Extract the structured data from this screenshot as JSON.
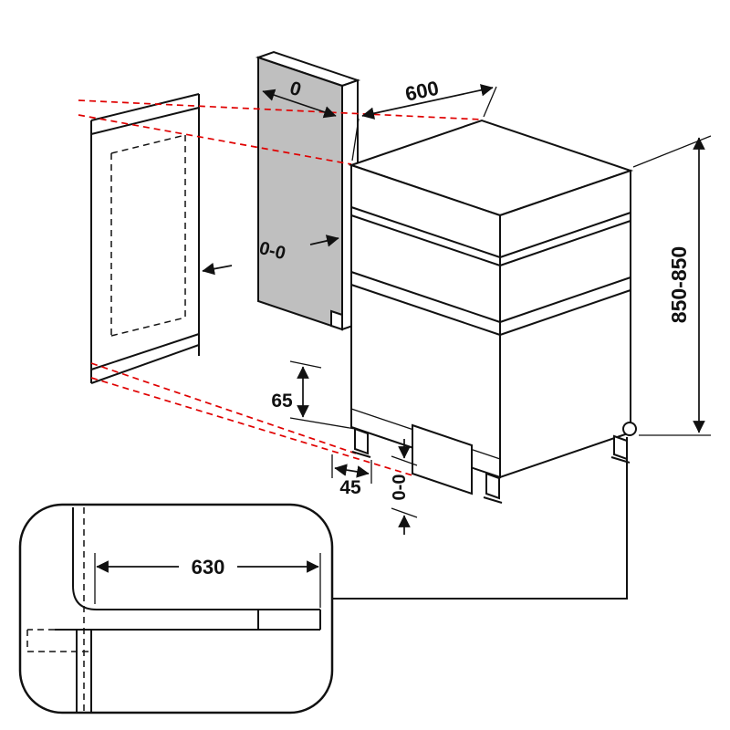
{
  "diagram": {
    "labels": {
      "panel_width": "0",
      "top_depth": "600",
      "side_clearance": "0-0",
      "foot_height": "65",
      "foot_width": "45",
      "base_clearance": "0-0",
      "overall_height": "850-850",
      "detail_depth": "630"
    },
    "colors": {
      "ink": "#111111",
      "alignment_line": "#e00000",
      "panel_fill": "#bfbfbf"
    }
  }
}
